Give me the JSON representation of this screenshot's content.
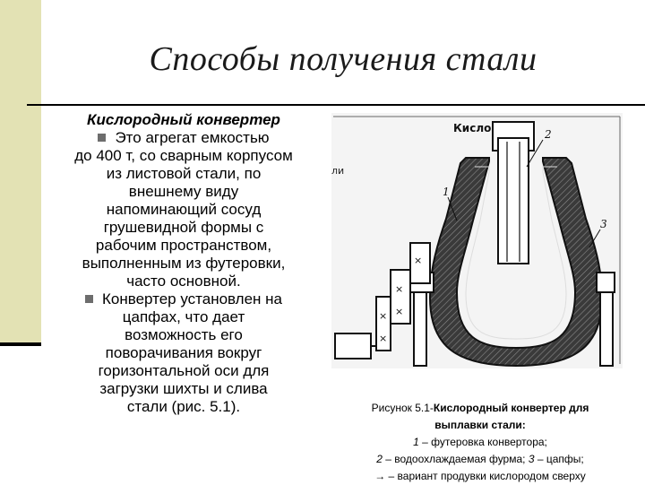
{
  "slide": {
    "title": "Способы получения стали",
    "subtitle": "Кислородный конвертер",
    "bullet1_first": "Это агрегат емкостью",
    "bullet1_rest": [
      "до 400 т, со сварным корпусом",
      "из листовой стали, по",
      "внешнему виду",
      "напоминающий сосуд",
      "грушевидной формы с",
      "рабочим пространством,",
      "выполненным из футеровки,",
      "часто основной."
    ],
    "bullet2_first": "Конвертер установлен на",
    "bullet2_rest": [
      "цапфах, что дает",
      "возможность его",
      "поворачивания вокруг",
      "горизонтальной оси для",
      "загрузки шихты и слива",
      "стали (рис. 5.1)."
    ]
  },
  "figure": {
    "label_oxygen": "Кислород",
    "label_1": "1",
    "label_2": "2",
    "label_3": "3",
    "margin_text": "ли"
  },
  "caption": {
    "prefix": "Рисунок 5.1-",
    "title_part1": "Кислородный конвертер для",
    "title_part2": "выплавки стали:",
    "item1_num": "1",
    "item1_text": " – футеровка конвертора;",
    "item2_num": "2",
    "item2_text": " – водоохлаждаемая фурма; ",
    "item3_num": "3",
    "item3_text": " – цапфы;",
    "arrow_text": "→ – вариант продувки кислородом сверху"
  },
  "colors": {
    "sidebar": "#e3e2b4",
    "bullet": "#6d6d6d",
    "figure_bg": "#f4f4f4",
    "lining": "#4a4a4a"
  }
}
